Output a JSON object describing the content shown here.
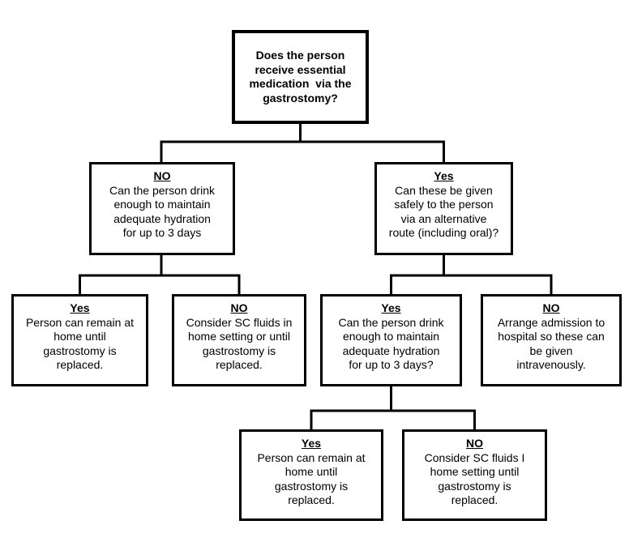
{
  "colors": {
    "line": "#000000",
    "border": "#000000",
    "text": "#000000",
    "background": "#ffffff"
  },
  "nodes": {
    "root": {
      "text": "Does the person\nreceive essential\nmedication  via the\ngastrostomy?"
    },
    "l2_no": {
      "label": "NO",
      "text": "Can the person drink\nenough to maintain\nadequate hydration\nfor up to 3 days"
    },
    "l2_yes": {
      "label": "Yes",
      "text": "Can these be given\nsafely to the person\nvia an alternative\nroute (including oral)?"
    },
    "l3_yes_left": {
      "label": "Yes",
      "text": "Person can remain at\nhome until\ngastrostomy is\nreplaced."
    },
    "l3_no_left": {
      "label": "NO",
      "text": "Consider SC fluids in\nhome setting or until\ngastrostomy is\nreplaced."
    },
    "l3_yes_right": {
      "label": "Yes",
      "text": "Can the person drink\nenough to maintain\nadequate hydration\nfor up to 3 days?"
    },
    "l3_no_right": {
      "label": "NO",
      "text": "Arrange admission to\nhospital so these can\nbe given\nintravenously."
    },
    "l4_yes": {
      "label": "Yes",
      "text": "Person can remain at\nhome until\ngastrostomy is\nreplaced."
    },
    "l4_no": {
      "label": "NO",
      "text": "Consider SC fluids I\nhome setting until\ngastrostomy is\nreplaced."
    }
  }
}
